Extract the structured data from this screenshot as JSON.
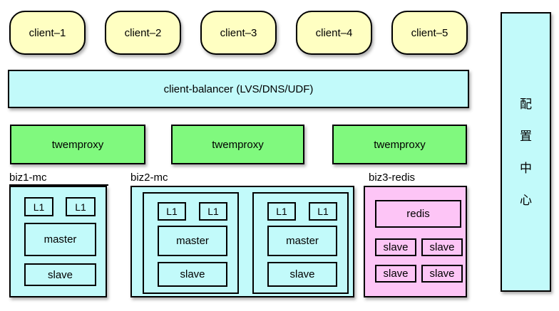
{
  "diagram": {
    "clients": [
      "client–1",
      "client–2",
      "client–3",
      "client–4",
      "client–5"
    ],
    "balancer": "client-balancer (LVS/DNS/UDF)",
    "proxies": [
      "twemproxy",
      "twemproxy",
      "twemproxy"
    ],
    "biz1": {
      "title": "biz1-mc",
      "l1a": "L1",
      "l1b": "L1",
      "master": "master",
      "slave": "slave"
    },
    "biz2": {
      "title": "biz2-mc",
      "shard1": {
        "l1a": "L1",
        "l1b": "L1",
        "master": "master",
        "slave": "slave"
      },
      "shard2": {
        "l1a": "L1",
        "l1b": "L1",
        "master": "master",
        "slave": "slave"
      }
    },
    "biz3": {
      "title": "biz3-redis",
      "redis": "redis",
      "slave1": "slave",
      "slave2": "slave",
      "slave3": "slave",
      "slave4": "slave"
    },
    "config_center": {
      "label": "配置中心",
      "char1": "配",
      "char2": "置",
      "char3": "中",
      "char4": "心"
    }
  },
  "colors": {
    "client_fill": "#FFFFC2",
    "cyan_fill": "#C2FAFA",
    "proxy_fill": "#80F97E",
    "redis_fill": "#FDC5F6",
    "border": "#000000"
  }
}
